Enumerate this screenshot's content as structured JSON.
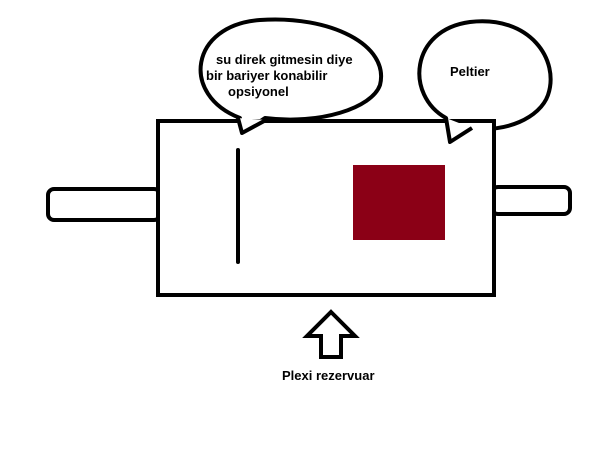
{
  "diagram": {
    "barrier_note": {
      "lines": [
        "su direk gitmesin diye",
        "bir bariyer konabilir",
        "opsiyonel"
      ]
    },
    "peltier_note": {
      "text": "Peltier"
    },
    "reservoir_label": {
      "text": "Plexi rezervuar"
    },
    "colors": {
      "stroke": "#000000",
      "peltier_block": "#8b0016",
      "background": "#ffffff"
    }
  }
}
